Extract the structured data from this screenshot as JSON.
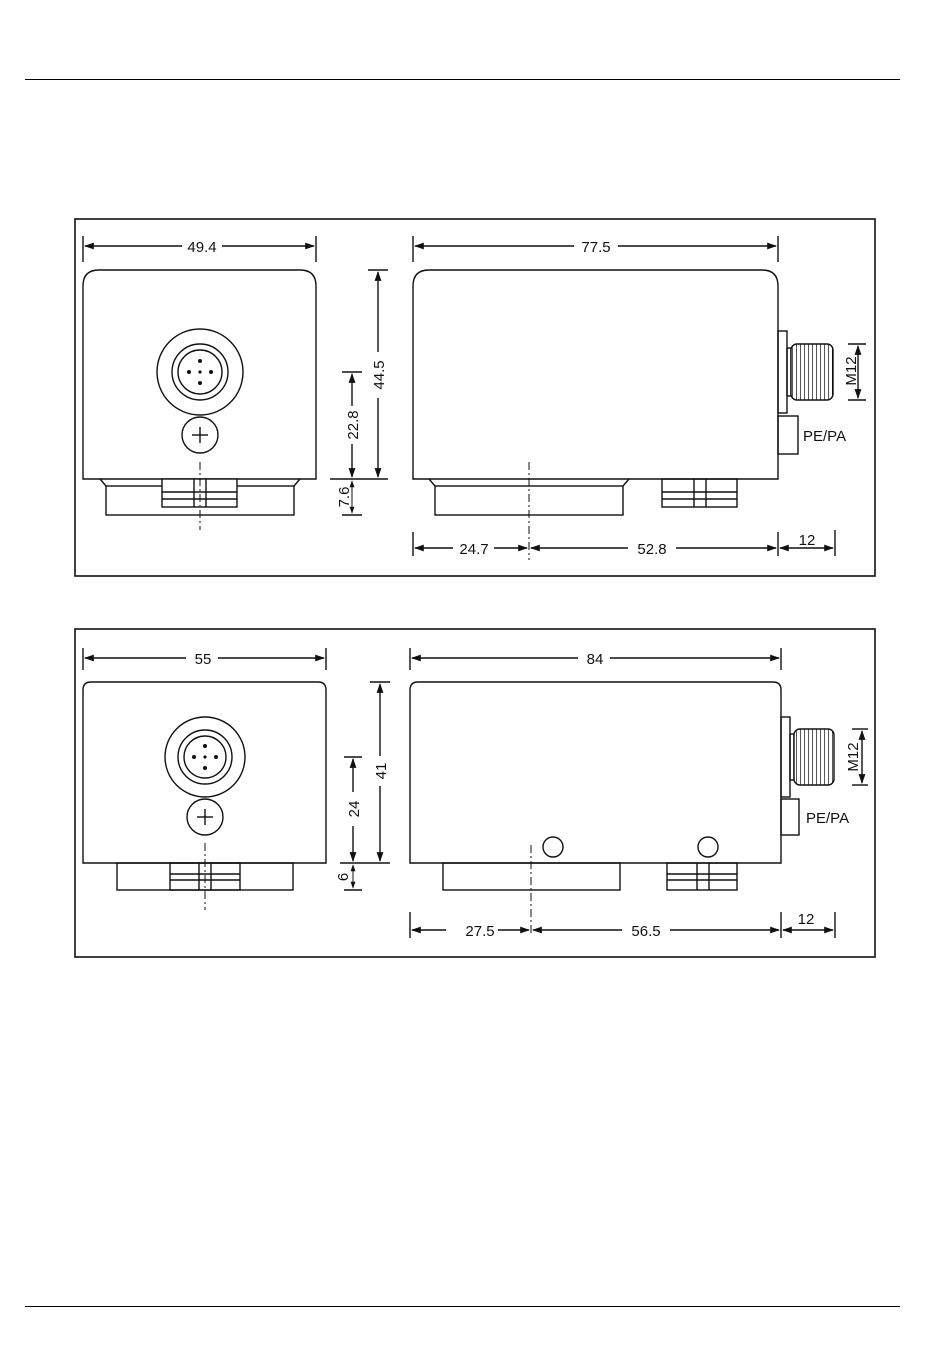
{
  "drawing_1": {
    "front": {
      "width": "49.4",
      "dim_a": "22.8",
      "dim_b": "7.6",
      "height": "44.5"
    },
    "side": {
      "length": "77.5",
      "left": "24.7",
      "mid": "52.8",
      "conn": "12",
      "thread": "M12",
      "ground": "PE/PA"
    }
  },
  "drawing_2": {
    "front": {
      "width": "55",
      "dim_a": "24",
      "dim_b": "6",
      "height": "41"
    },
    "side": {
      "length": "84",
      "left": "27.5",
      "mid": "56.5",
      "conn": "12",
      "thread": "M12",
      "ground": "PE/PA"
    }
  }
}
